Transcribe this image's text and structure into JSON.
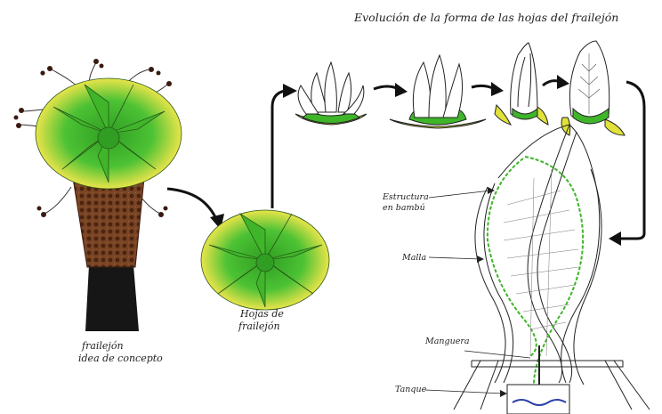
{
  "title": "Evolución de la forma de las hojas del frailejón",
  "labels": {
    "concept_line1": "frailejón",
    "concept_line2": "idea de concepto",
    "leaves_line1": "Hojas de",
    "leaves_line2": "frailejón",
    "structure_line1": "Estructura",
    "structure_line2": "en bambú",
    "mesh": "Malla",
    "hose": "Manguera",
    "tank": "Tanque"
  },
  "colors": {
    "leaf_green": "#3fb52a",
    "leaf_yellow": "#f2e84a",
    "trunk_brown": "#6b3a1e",
    "base_black": "#1a1a1a",
    "outline": "#222222",
    "water_blue": "#2a3fa8"
  }
}
